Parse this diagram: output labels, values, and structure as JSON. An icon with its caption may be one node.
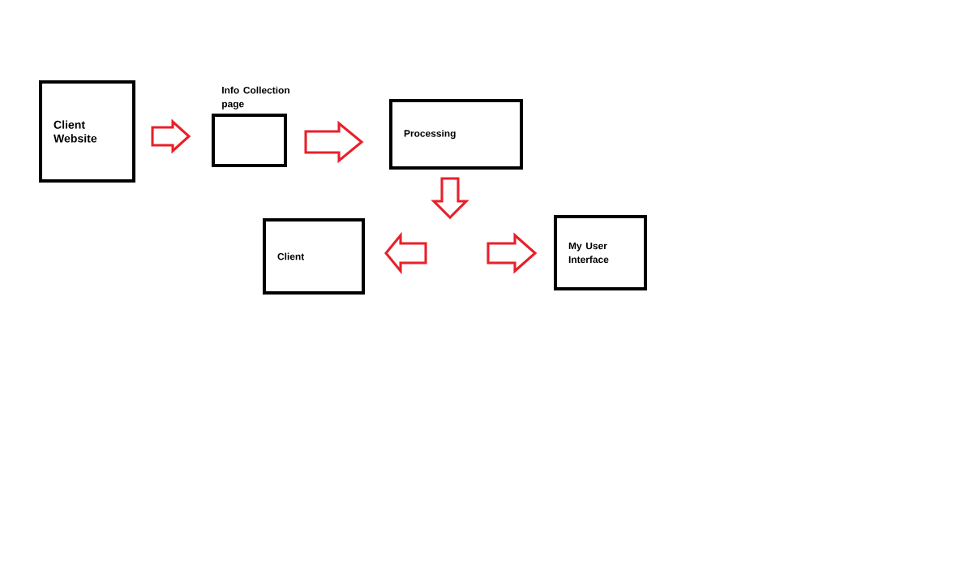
{
  "diagram": {
    "nodes": [
      {
        "text": [
          "Client Website"
        ]
      },
      {
        "text": [
          "Info Collection page"
        ]
      },
      {
        "text": [
          "Processing"
        ]
      },
      {
        "text": [
          "Client"
        ]
      },
      {
        "text": [
          "My User Interface"
        ]
      }
    ],
    "edges": [
      {
        "from": 0,
        "to": 1,
        "arrow": "to"
      },
      {
        "from": 1,
        "to": 2,
        "arrow": "to"
      },
      {
        "from": 2,
        "to": null,
        "arrow": "to"
      },
      {
        "from": null,
        "to": 3,
        "arrow": "to"
      },
      {
        "from": null,
        "to": 4,
        "arrow": "to"
      }
    ]
  }
}
